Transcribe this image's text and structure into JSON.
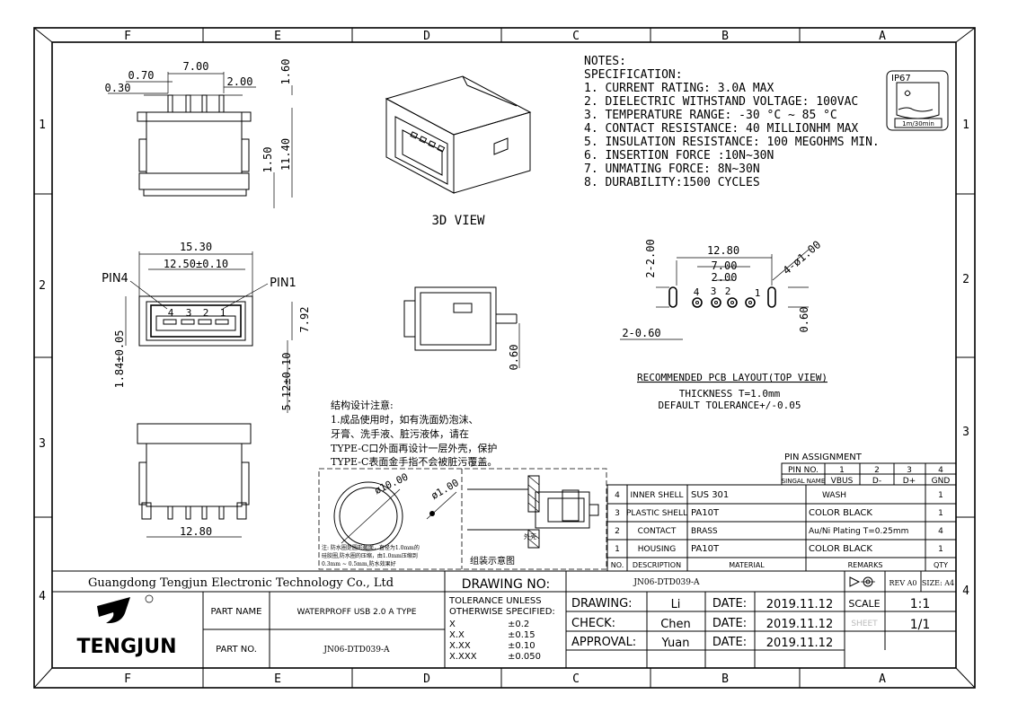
{
  "frame": {
    "zones_top": [
      "F",
      "E",
      "D",
      "C",
      "B",
      "A"
    ],
    "zones_bottom": [
      "F",
      "E",
      "D",
      "C",
      "B",
      "A"
    ],
    "rows": [
      "1",
      "2",
      "3",
      "4"
    ]
  },
  "top_view_dims": [
    "7.00",
    "0.70",
    "0.30",
    "2.00",
    "1.60",
    "1.50",
    "11.40"
  ],
  "front_view": {
    "dims": [
      "15.30",
      "12.50±0.10",
      "7.92",
      "1.84±0.05",
      "5.12±0.10"
    ],
    "pin_left": "PIN4",
    "pin_right": "PIN1",
    "pin_numbers": [
      "4",
      "3",
      "2",
      "1"
    ]
  },
  "bottom_view_dims": [
    "12.80"
  ],
  "view_3d_label": "3D VIEW",
  "side_view_dims": [
    "0.60"
  ],
  "notes": {
    "lines": [
      "NOTES:",
      "SPECIFICATION:",
      "1. CURRENT RATING: 3.0A MAX",
      "2. DIELECTRIC WITHSTAND VOLTAGE: 100VAC",
      "3. TEMPERATURE RANGE: -30 °C ~ 85 °C",
      "4. CONTACT RESISTANCE: 40 MILLIONHM MAX",
      "5. INSULATION RESISTANCE: 100 MEGOHMS MIN.",
      "6. INSERTION FORCE :10N~30N",
      "7. UNMATING FORCE: 8N~30N",
      "8. DURABILITY:1500 CYCLES"
    ],
    "ip_badge": "IP67",
    "ip_time": "1m/30min"
  },
  "pcb_layout": {
    "dims": [
      "12.80",
      "7.00",
      "2.00",
      "2-2.00",
      "4-ø1.00",
      "2-0.60",
      "0.60"
    ],
    "pin_numbers": [
      "4",
      "3",
      "2",
      "1"
    ],
    "title": "RECOMMENDED PCB LAYOUT(TOP VIEW)",
    "thickness": "THICKNESS T=1.0mm",
    "tolerance": "DEFAULT TOLERANCE+/-0.05"
  },
  "assembly_notes": {
    "lines": [
      "结构设计注意:",
      "  1.成品使用时，如有洗面奶泡沫、",
      "牙膏、洗手液、脏污液体，请在",
      "TYPE-C口外面再设计一层外壳，保护",
      "TYPE-C表面金手指不会被脏污覆盖。"
    ],
    "detail_dims": [
      "ø10.00",
      "ø1.00"
    ],
    "detail_note": [
      "注: 防水圈是圆形截面，直径为1.0mm的",
      "硅胶圈,防水圈的压缩，由1.0mm压缩到",
      "0.3mm ~ 0.5mm,防水效果好"
    ],
    "assembly_caption": "组装示意图",
    "shell_label": "外壳"
  },
  "pin_assignment": {
    "title": "PIN ASSIGNMENT",
    "headers": [
      "PIN NO.",
      "1",
      "2",
      "3",
      "4"
    ],
    "signals": [
      "SINGAL NAME",
      "VBUS",
      "D-",
      "D+",
      "GND"
    ]
  },
  "bom": {
    "header": [
      "NO.",
      "DESCRIPTION",
      "MATERIAL",
      "REMARKS",
      "QTY"
    ],
    "rows": [
      {
        "no": "4",
        "desc": "INNER SHELL",
        "mat": "SUS 301",
        "rem": "WASH",
        "qty": "1"
      },
      {
        "no": "3",
        "desc": "PLASTIC SHELL",
        "mat": "PA10T",
        "rem": "COLOR BLACK",
        "qty": "1"
      },
      {
        "no": "2",
        "desc": "CONTACT",
        "mat": "BRASS",
        "rem": "Au/Ni Plating T=0.25mm",
        "qty": "4"
      },
      {
        "no": "1",
        "desc": "HOUSING",
        "mat": "PA10T",
        "rem": "COLOR BLACK",
        "qty": "1"
      }
    ]
  },
  "title_block": {
    "company": "Guangdong Tengjun Electronic Technology Co., Ltd",
    "drawing_no_label": "DRAWING NO:",
    "drawing_no": "JN06-DTD039-A",
    "rev": "REV A0",
    "size": "SIZE: A4",
    "logo_text": "TENGJUN",
    "part_name_label": "PART NAME",
    "part_name": "WATERPROFF USB 2.0 A TYPE",
    "part_no_label": "PART NO.",
    "part_no": "JN06-DTD039-A",
    "tolerance": [
      "TOLERANCE UNLESS",
      "OTHERWISE SPECIFIED:"
    ],
    "tol_rows": [
      [
        "X",
        "±0.2"
      ],
      [
        "X.X",
        "±0.15"
      ],
      [
        "X.XX",
        "±0.10"
      ],
      [
        "X.XXX",
        "±0.050"
      ]
    ],
    "drawing_label": "DRAWING:",
    "drawing_by": "Li",
    "check_label": "CHECK:",
    "check_by": "Chen",
    "approval_label": "APPROVAL:",
    "approval_by": "Yuan",
    "date_label": "DATE:",
    "date": "2019.11.12",
    "scale_label": "SCALE",
    "scale": "1:1",
    "sheet_label": "SHEET",
    "sheet": "1/1"
  }
}
